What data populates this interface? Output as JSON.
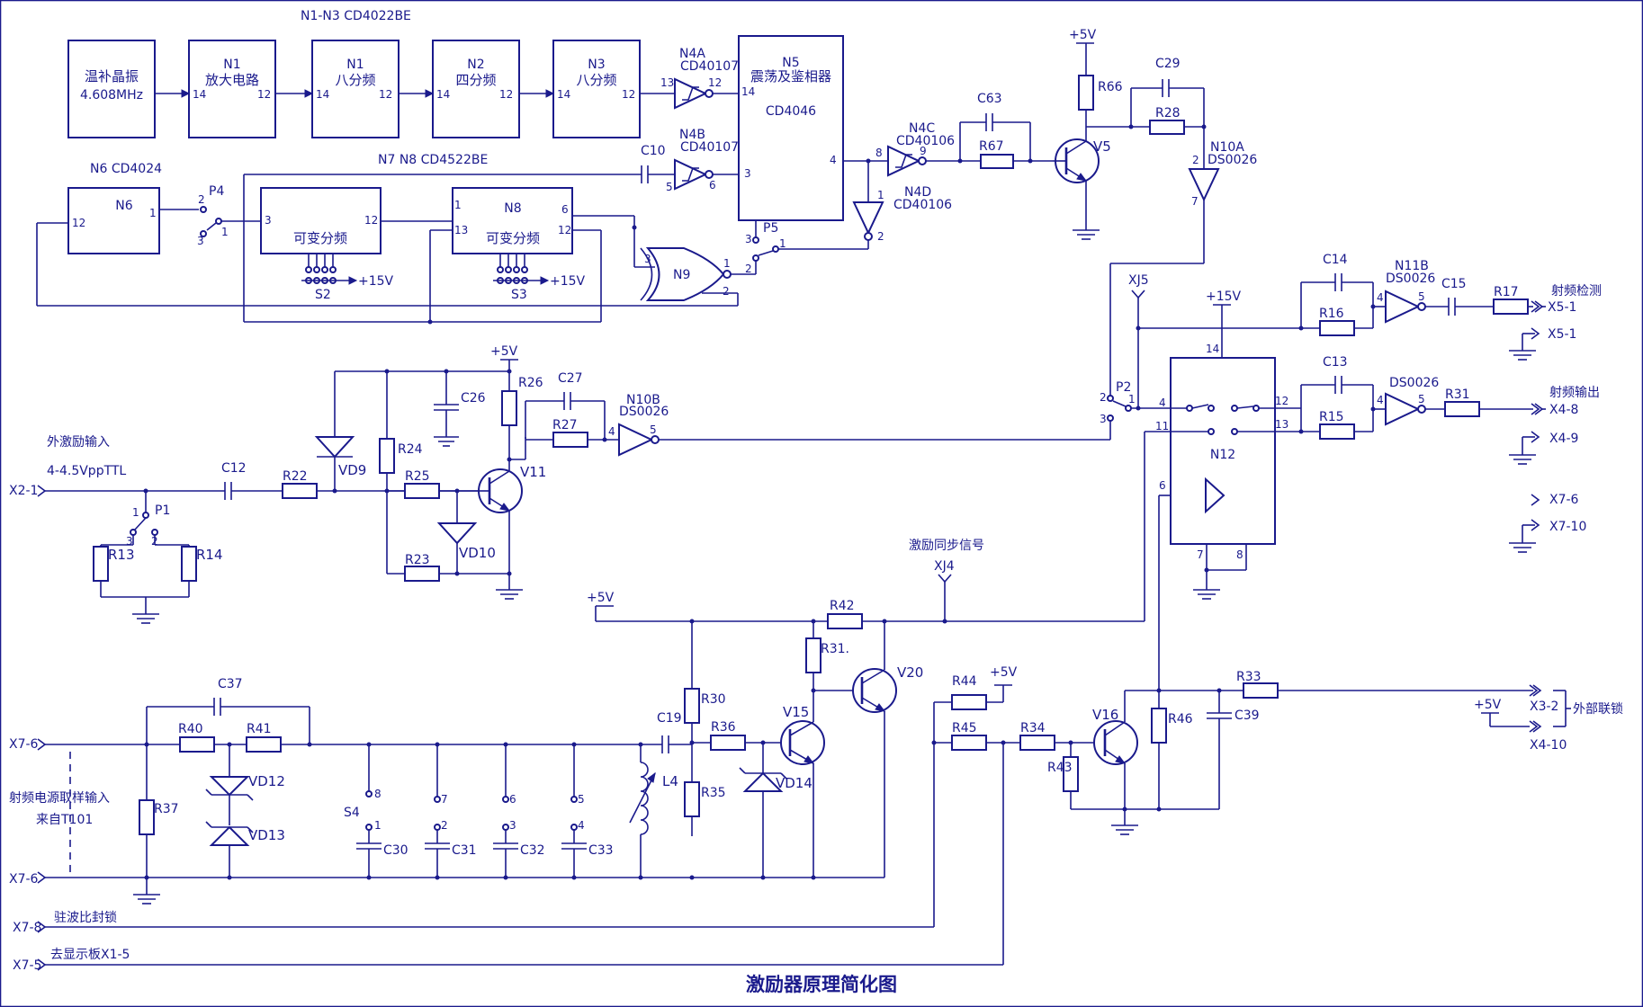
{
  "title": "激励器原理简化图",
  "header_note": "N1-N3 CD4022BE",
  "note_n7n8": "N7 N8 CD4522BE",
  "blocks": {
    "osc_l1": "温补晶振",
    "osc_l2": "4.608MHz",
    "n1a_name": "N1",
    "n1a_text": "放大电路",
    "n1b_name": "N1",
    "n1b_text": "八分频",
    "n2_name": "N2",
    "n2_text": "四分频",
    "n3_name": "N3",
    "n3_text": "八分频",
    "n5_name": "N5",
    "n5_text": "震荡及鉴相器",
    "n5_part": "CD4046",
    "n6_title": "N6 CD4024",
    "n6_name": "N6",
    "n7_text": "可变分频",
    "n8_name": "N8",
    "n8_text": "可变分频",
    "n9_name": "N9",
    "n12_name": "N12"
  },
  "gates": {
    "n4a_name": "N4A",
    "n4a_part": "CD40107",
    "n4b_name": "N4B",
    "n4b_part": "CD40107",
    "n4c_name": "N4C",
    "n4c_part": "CD40106",
    "n4d_name": "N4D",
    "n4d_part": "CD40106",
    "n10a_name": "N10A",
    "n10a_part": "DS0026",
    "n10b_name": "N10B",
    "n10b_part": "DS0026",
    "n11b_name": "N11B",
    "n11b_part": "DS0026",
    "n13_part": "DS0026"
  },
  "switches": {
    "p1": "P1",
    "p2": "P2",
    "p4": "P4",
    "p5": "P5",
    "s2": "S2",
    "s3": "S3",
    "s4": "S4"
  },
  "power": {
    "v5": "+5V",
    "v15": "+15V"
  },
  "pins": {
    "p1": "1",
    "p2": "2",
    "p3": "3",
    "p4": "4",
    "p5": "5",
    "p6": "6",
    "p7": "7",
    "p8": "8",
    "p9": "9",
    "p11": "11",
    "p12": "12",
    "p13": "13",
    "p14": "14"
  },
  "components": {
    "r13": "R13",
    "r14": "R14",
    "r15": "R15",
    "r16": "R16",
    "r17": "R17",
    "r22": "R22",
    "r23": "R23",
    "r24": "R24",
    "r25": "R25",
    "r26": "R26",
    "r27": "R27",
    "r28": "R28",
    "r30": "R30",
    "r31": "R31",
    "r31b": "R31.",
    "r33": "R33",
    "r34": "R34",
    "r35": "R35",
    "r36": "R36",
    "r37": "R37",
    "r40": "R40",
    "r41": "R41",
    "r42": "R42",
    "r43": "R43",
    "r44": "R44",
    "r45": "R45",
    "r46": "R46",
    "r66": "R66",
    "r67": "R67",
    "c10": "C10",
    "c12": "C12",
    "c13": "C13",
    "c14": "C14",
    "c15": "C15",
    "c19": "C19",
    "c26": "C26",
    "c27": "C27",
    "c29": "C29",
    "c30": "C30",
    "c31": "C31",
    "c32": "C32",
    "c33": "C33",
    "c37": "C37",
    "c39": "C39",
    "c63": "C63",
    "vd9": "VD9",
    "vd10": "VD10",
    "vd12": "VD12",
    "vd13": "VD13",
    "vd14": "VD14",
    "v5": "V5",
    "v11": "V11",
    "v15": "V15",
    "v16": "V16",
    "v20": "V20",
    "l4": "L4",
    "xj4": "XJ4",
    "xj5": "XJ5"
  },
  "connectors": {
    "x2_1": "X2-1",
    "x3_2": "X3-2",
    "x4_8": "X4-8",
    "x4_9": "X4-9",
    "x4_10": "X4-10",
    "x5_1a": "X5-1",
    "x5_1b": "X5-1",
    "x7_5": "X7-5",
    "x7_6a": "X7-6",
    "x7_6b": "X7-6",
    "x7_6c": "X7-6",
    "x7_8": "X7-8",
    "x7_10": "X7-10"
  },
  "labels": {
    "ext_in": "外激励输入",
    "ext_spec": "4-4.5VppTTL",
    "rf_detect": "射频检测",
    "rf_out": "射频输出",
    "sync": "激励同步信号",
    "rf_sample": "射频电源取样输入",
    "from_t101": "来自T101",
    "vswr_lock": "驻波比封锁",
    "to_display": "去显示板X1-5",
    "ext_lock": "外部联锁"
  }
}
